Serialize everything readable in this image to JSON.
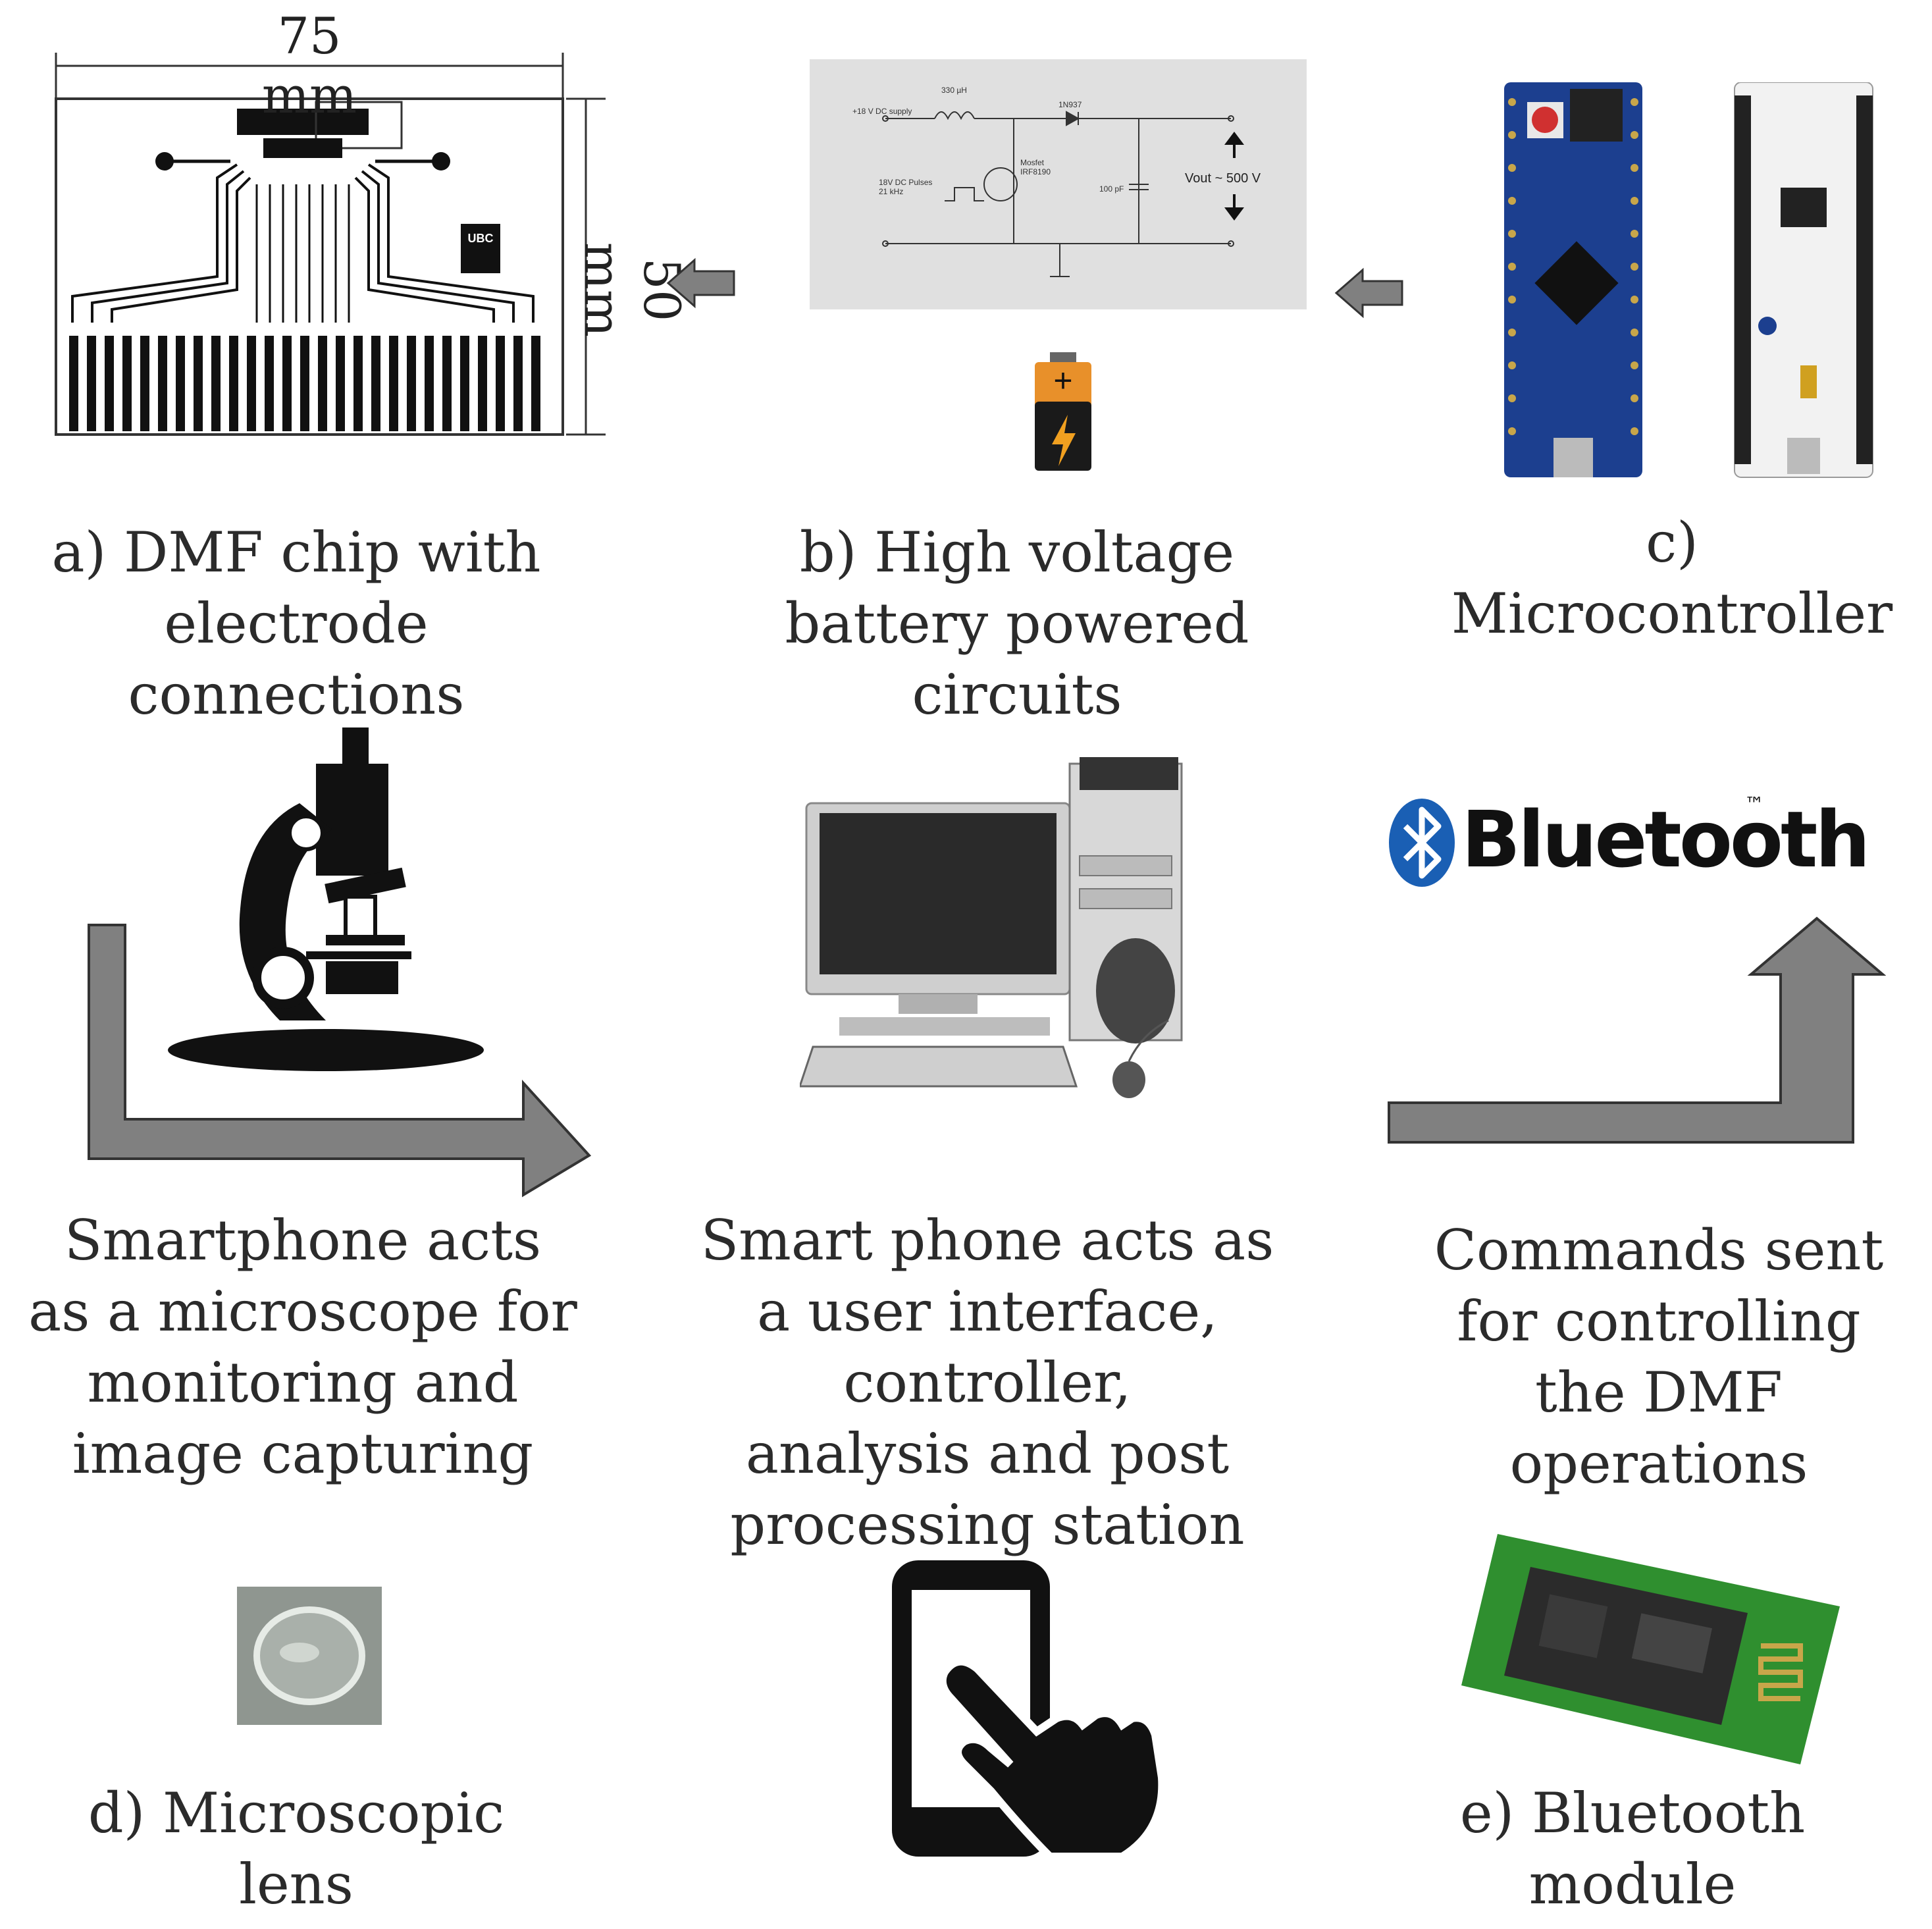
{
  "dmf_chip": {
    "width_label": "75 mm",
    "height_label": "50 mm",
    "logo_text": "UBC",
    "caption": "a) DMF chip with\nelectrode connections"
  },
  "hv_circuit": {
    "supply_label": "+18 V DC supply",
    "inductor_label": "330 µH",
    "diode_label": "1N937",
    "mosfet_label": "Mosfet\nIRF8190",
    "pulse_label": "18V DC Pulses\n21 kHz",
    "capacitor_label": "100 pF",
    "vout_label": "Vout ~ 500 V",
    "caption": "b) High voltage\nbattery powered circuits"
  },
  "microcontroller": {
    "caption": "c) Microcontroller"
  },
  "microscope_step": {
    "caption": "Smartphone acts\nas a microscope for\nmonitoring and\nimage capturing"
  },
  "computer_step": {
    "caption": "Smart phone acts as\na user interface, controller,\nanalysis and post\nprocessing station"
  },
  "bluetooth_step": {
    "logo_text": "Bluetooth",
    "trademark": "™",
    "caption": "Commands sent\nfor controlling\nthe DMF operations"
  },
  "lens": {
    "caption": "d) Microscopic\nlens"
  },
  "bt_module": {
    "caption": "e) Bluetooth\nmodule"
  },
  "colors": {
    "arrow_fill": "#808080",
    "arrow_stroke": "#333333",
    "bluetooth_blue": "#1a5fb4",
    "board_blue": "#1c3f8f",
    "pcb_green": "#2f8f2f"
  }
}
